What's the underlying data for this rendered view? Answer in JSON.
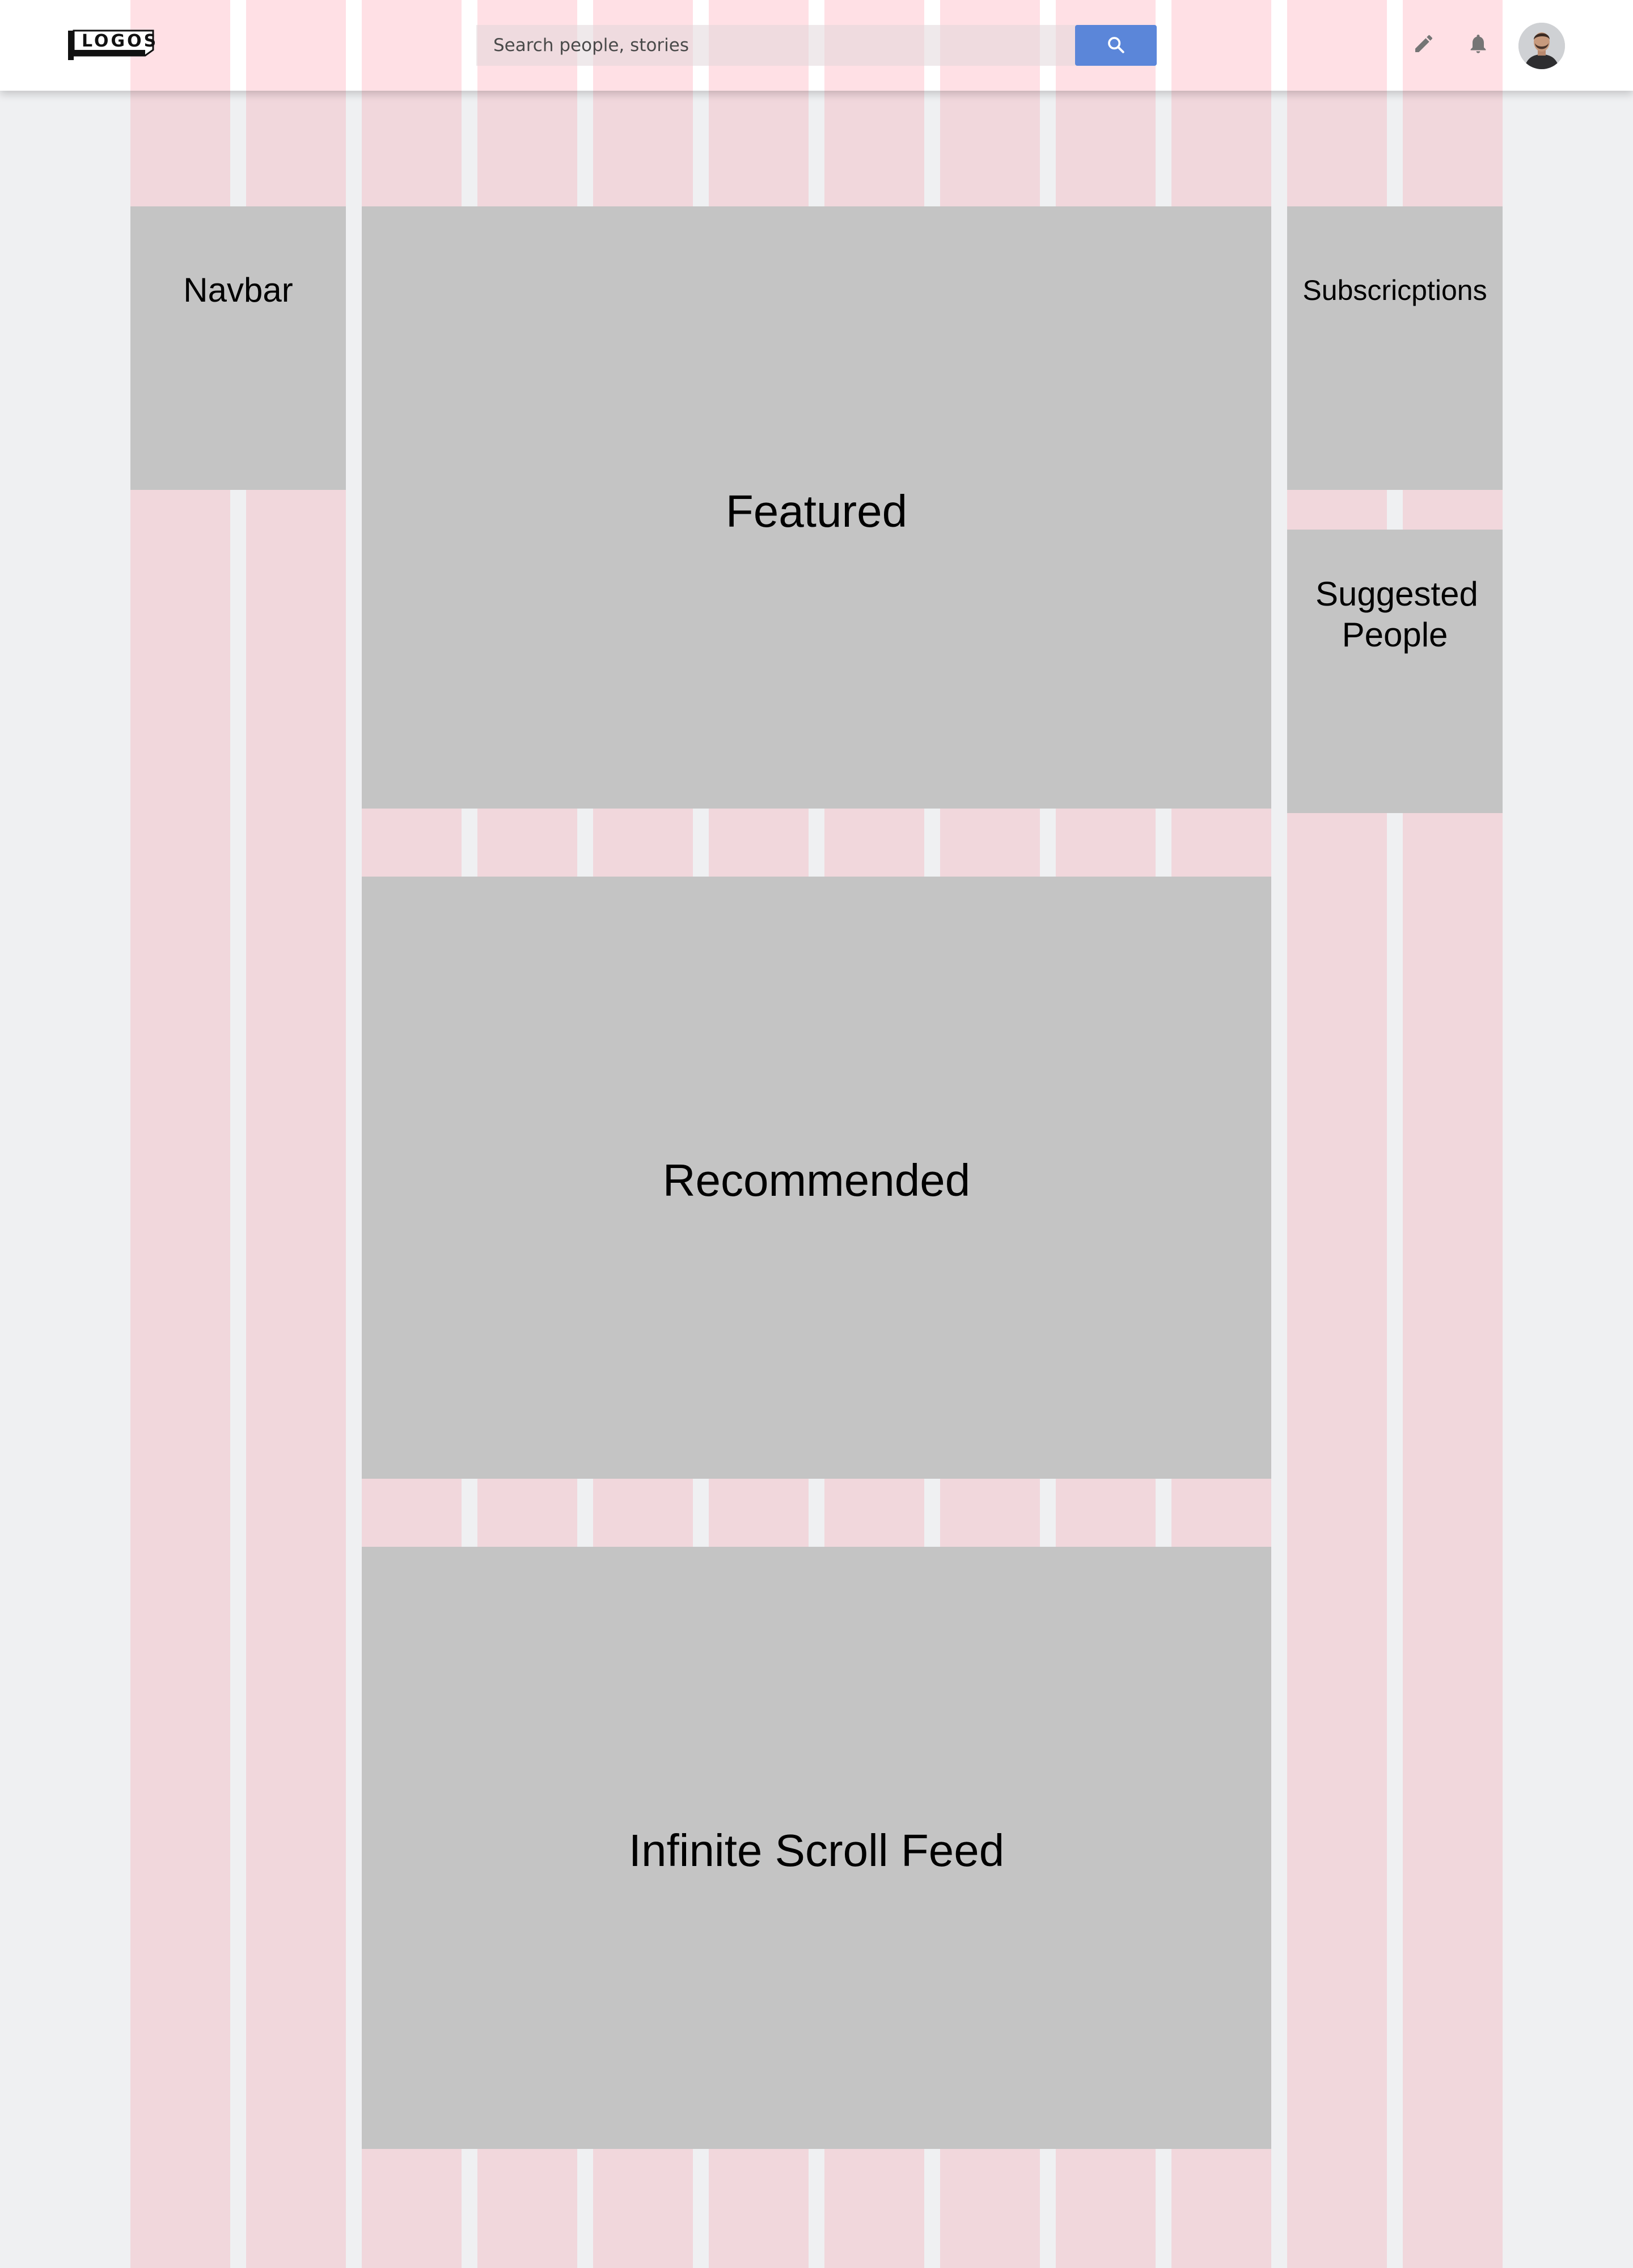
{
  "header": {
    "logo_text": "LOGOS",
    "search": {
      "placeholder": "Search people, stories",
      "value": ""
    },
    "icons": {
      "search": "search-icon",
      "compose": "pencil-icon",
      "notifications": "bell-icon",
      "profile": "avatar"
    },
    "colors": {
      "accent": "#5b86d9",
      "icon": "#757575"
    }
  },
  "layout": {
    "navbar_label": "Navbar",
    "featured_label": "Featured",
    "recommended_label": "Recommended",
    "feed_label": "Infinite Scroll Feed",
    "subscriptions_label": "Subscricptions",
    "suggested_label": "Suggested People"
  },
  "colors": {
    "page_background": "#eff0f2",
    "grid_column": "#f1d7dc",
    "placeholder_block": "#c4c4c4"
  }
}
